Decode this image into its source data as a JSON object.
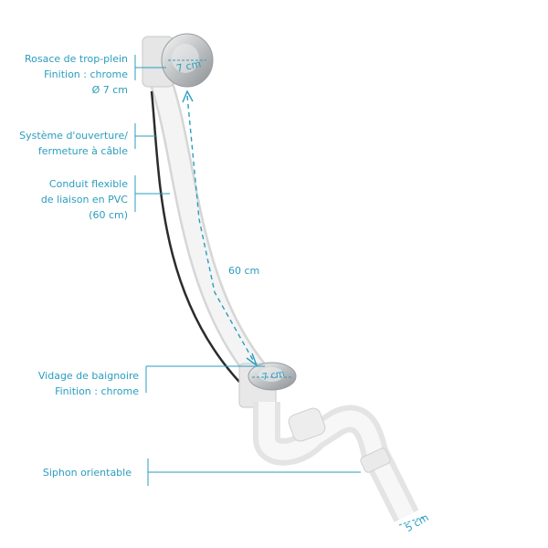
{
  "labels": {
    "overflow": {
      "line1": "Rosace de trop-plein",
      "line2": "Finition : chrome",
      "line3": "Ø 7 cm"
    },
    "cable": {
      "line1": "Système d'ouverture/",
      "line2": "fermeture à câble"
    },
    "conduit": {
      "line1": "Conduit flexible",
      "line2": "de liaison en PVC",
      "line3": "(60 cm)"
    },
    "drain": {
      "line1": "Vidage de baignoire",
      "line2": "Finition : chrome"
    },
    "siphon": {
      "line1": "Siphon orientable"
    }
  },
  "dimensions": {
    "overflow_diameter": "7 cm",
    "length": "60 cm",
    "drain_diameter": "7 cm",
    "outlet_diameter": "5 cm"
  },
  "colors": {
    "accent": "#2a9dbf",
    "chrome": "#c8cacc",
    "pvc": "#f2f2f2",
    "cable": "#2c2c2c"
  }
}
